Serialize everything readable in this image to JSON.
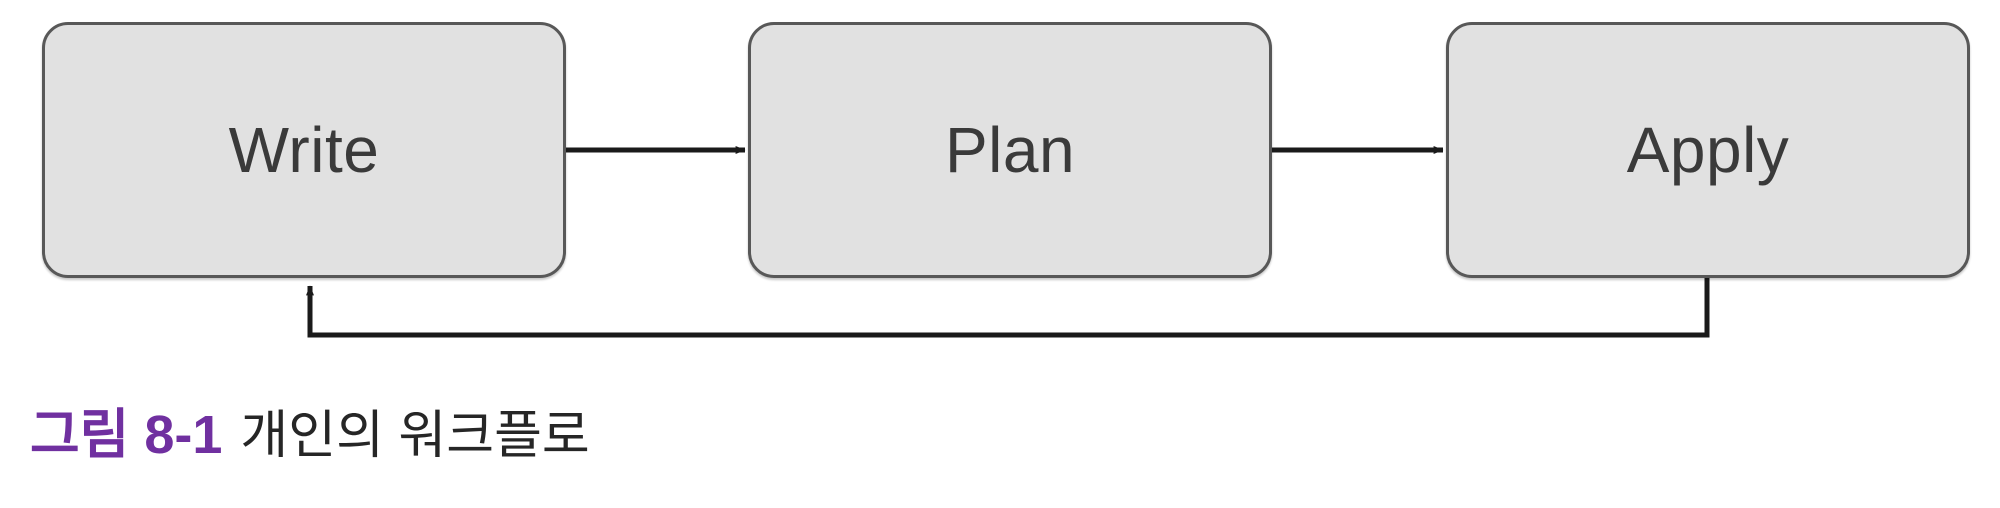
{
  "figure": {
    "type": "flow-diagram",
    "background_color": "#ffffff",
    "nodes": [
      {
        "id": "write",
        "label": "Write",
        "fill": "#e1e1e1",
        "border": "#585858"
      },
      {
        "id": "plan",
        "label": "Plan",
        "fill": "#e1e1e1",
        "border": "#585858"
      },
      {
        "id": "apply",
        "label": "Apply",
        "fill": "#e1e1e1",
        "border": "#585858"
      }
    ],
    "edges": [
      {
        "id": "write-to-plan",
        "from": "write",
        "to": "plan",
        "label": "",
        "style": "straight-arrow"
      },
      {
        "id": "plan-to-apply",
        "from": "plan",
        "to": "apply",
        "label": "",
        "style": "straight-arrow"
      },
      {
        "id": "apply-to-write",
        "from": "apply",
        "to": "write",
        "label": "",
        "style": "feedback-loop"
      }
    ],
    "edge_color": "#1a1a1a"
  },
  "caption": {
    "number": "그림 8-1",
    "number_color": "#7030a0",
    "text": "개인의 워크플로",
    "text_color": "#262626"
  }
}
